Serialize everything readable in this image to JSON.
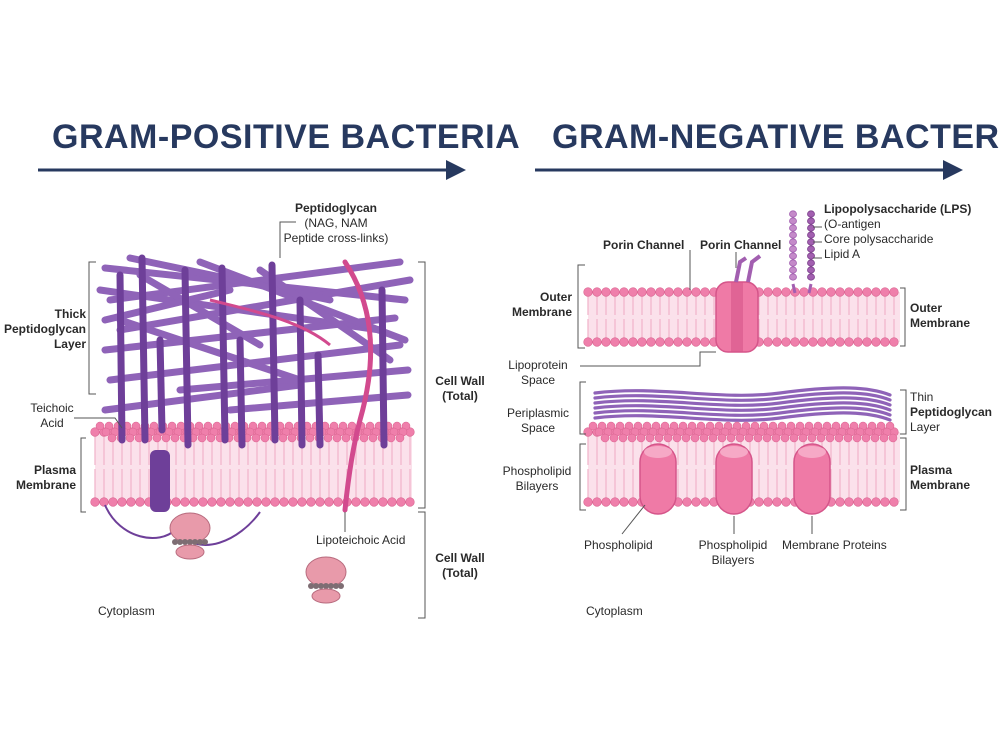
{
  "left": {
    "title": "GRAM-POSITIVE BACTERIA",
    "peptidoglycan": {
      "title": "Peptidoglycan",
      "line1": "(NAG, NAM",
      "line2": "Peptide cross-links)"
    },
    "thick_layer": [
      "Thick",
      "Peptidoglycan",
      "Layer"
    ],
    "teichoic": [
      "Teichoic",
      "Acid"
    ],
    "plasma_membrane": [
      "Plasma",
      "Membrane"
    ],
    "cell_wall_1": [
      "Cell Wall",
      "(Total)"
    ],
    "lipoteichoic": "Lipoteichoic Acid",
    "cell_wall_2": [
      "Cell Wall",
      "(Total)"
    ],
    "cytoplasm": "Cytoplasm"
  },
  "right": {
    "title": "GRAM-NEGATIVE BACTERIA",
    "porin_1": "Porin Channel",
    "porin_2": "Porin Channel",
    "lps": {
      "title": "Lipopolysaccharide (LPS)",
      "line1": "(O-antigen",
      "line2": "Core polysaccharide",
      "line3": "Lipid A"
    },
    "outer_membrane_left": [
      "Outer",
      "Membrane"
    ],
    "outer_membrane_right": [
      "Outer",
      "Membrane"
    ],
    "lipoprotein": [
      "Lipoprotein",
      "Space"
    ],
    "periplasmic": [
      "Periplasmic",
      "Space"
    ],
    "thin_layer": [
      "Thin",
      "Peptidoglycan",
      "Layer"
    ],
    "phospholipid_bilayers_left": [
      "Phospholipid",
      "Bilayers"
    ],
    "plasma_membrane": [
      "Plasma",
      "Membrane"
    ],
    "phospholipid": "Phospholipid",
    "phospholipid_bilayers_bottom": [
      "Phospholipid",
      "Bilayers"
    ],
    "membrane_proteins": "Membrane Proteins",
    "cytoplasm": "Cytoplasm"
  },
  "colors": {
    "heading": "#27395f",
    "membrane_head": "#ef7fab",
    "membrane_tail": "#f2b6cc",
    "membrane_band": "#f7c8da",
    "peptidoglycan": "#8f63b8",
    "peptidoglycan_dark": "#6e3f99",
    "lipoteichoic": "#d24a8e",
    "protein": "#ef7aa6",
    "protein_dark": "#d5558a",
    "lps": "#a25fb0"
  }
}
